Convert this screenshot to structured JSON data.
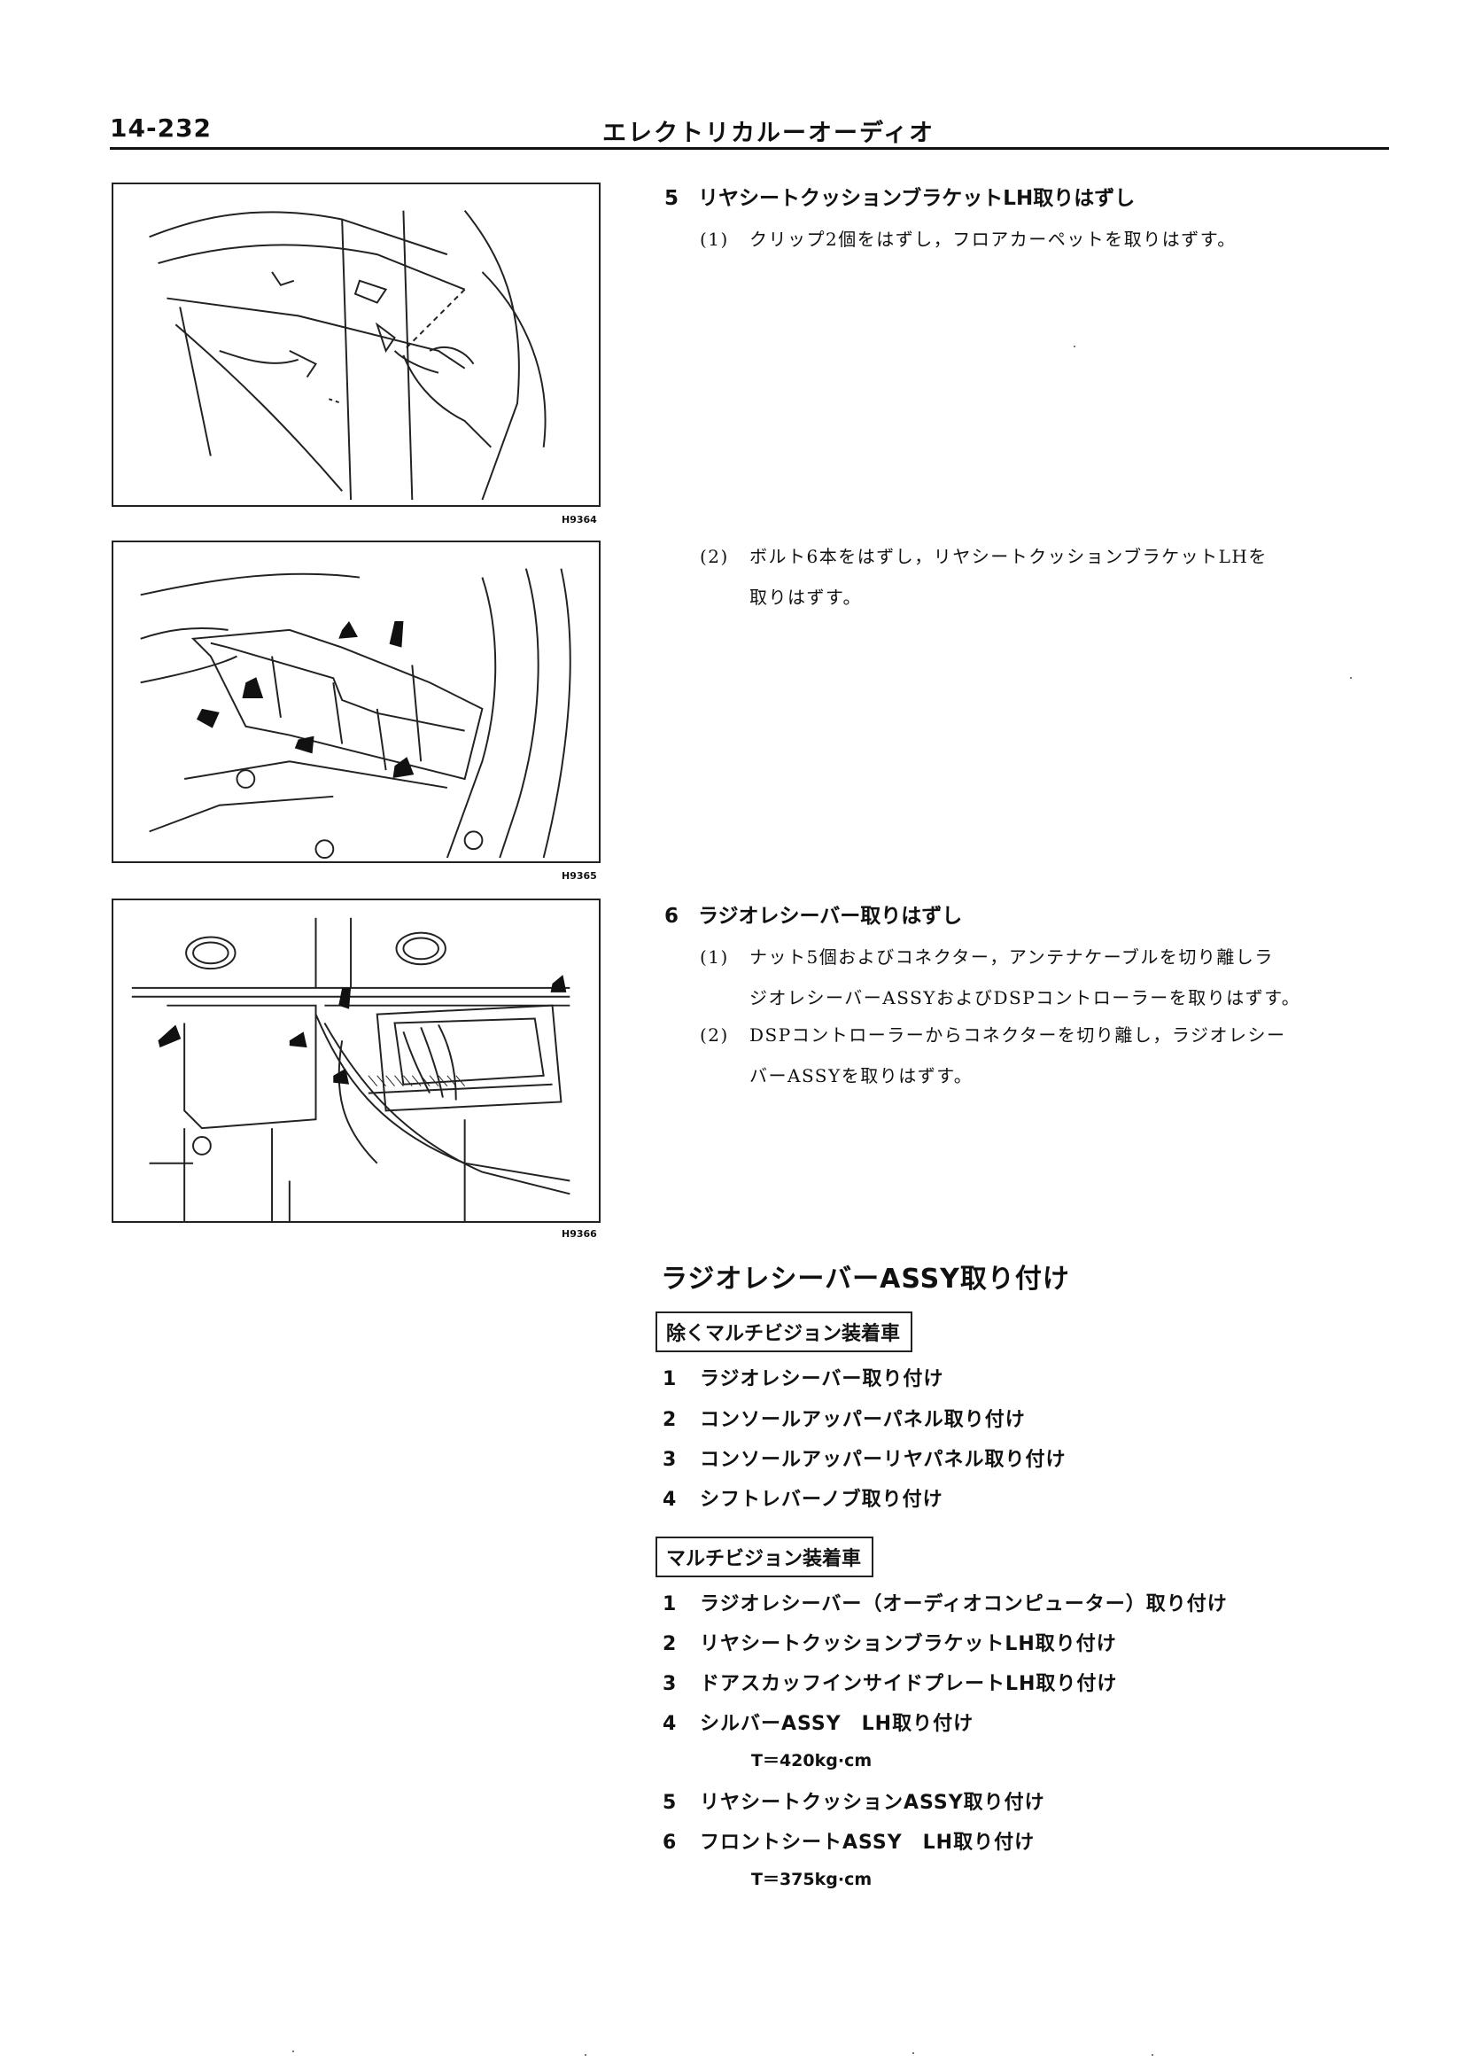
{
  "header": {
    "page_number": "14-232",
    "section_title": "エレクトリカルーオーディオ"
  },
  "figures": [
    {
      "code": "H9364"
    },
    {
      "code": "H9365"
    },
    {
      "code": "H9366"
    }
  ],
  "removal_steps": [
    {
      "num": "5",
      "title": "リヤシートクッションブラケットLH取りはずし",
      "subs": [
        {
          "num": "(1)",
          "lines": [
            "クリップ2個をはずし，フロアカーペットを取りはずす。"
          ]
        },
        {
          "num": "(2)",
          "lines": [
            "ボルト6本をはずし，リヤシートクッションブラケットLHを",
            "取りはずす。"
          ]
        }
      ]
    },
    {
      "num": "6",
      "title": "ラジオレシーバー取りはずし",
      "subs": [
        {
          "num": "(1)",
          "lines": [
            "ナット5個およびコネクター，アンテナケーブルを切り離しラ",
            "ジオレシーバーASSYおよびDSPコントローラーを取りはずす。"
          ]
        },
        {
          "num": "(2)",
          "lines": [
            "DSPコントローラーからコネクターを切り離し，ラジオレシー",
            "バーASSYを取りはずす。"
          ]
        }
      ]
    }
  ],
  "install": {
    "title": "ラジオレシーバーASSY取り付け",
    "group_a": {
      "label": "除くマルチビジョン装着車",
      "items": [
        {
          "num": "1",
          "text": "ラジオレシーバー取り付け"
        },
        {
          "num": "2",
          "text": "コンソールアッパーパネル取り付け"
        },
        {
          "num": "3",
          "text": "コンソールアッパーリヤパネル取り付け"
        },
        {
          "num": "4",
          "text": "シフトレバーノブ取り付け"
        }
      ]
    },
    "group_b": {
      "label": "マルチビジョン装着車",
      "items": [
        {
          "num": "1",
          "text": "ラジオレシーバー（オーディオコンピューター）取り付け"
        },
        {
          "num": "2",
          "text": "リヤシートクッションブラケットLH取り付け"
        },
        {
          "num": "3",
          "text": "ドアスカッフインサイドプレートLH取り付け"
        },
        {
          "num": "4",
          "text": "シルバーASSY　LH取り付け",
          "torque": "T＝420kg·cm"
        },
        {
          "num": "5",
          "text": "リヤシートクッションASSY取り付け"
        },
        {
          "num": "6",
          "text": "フロントシートASSY　LH取り付け",
          "torque": "T＝375kg·cm"
        }
      ]
    }
  }
}
